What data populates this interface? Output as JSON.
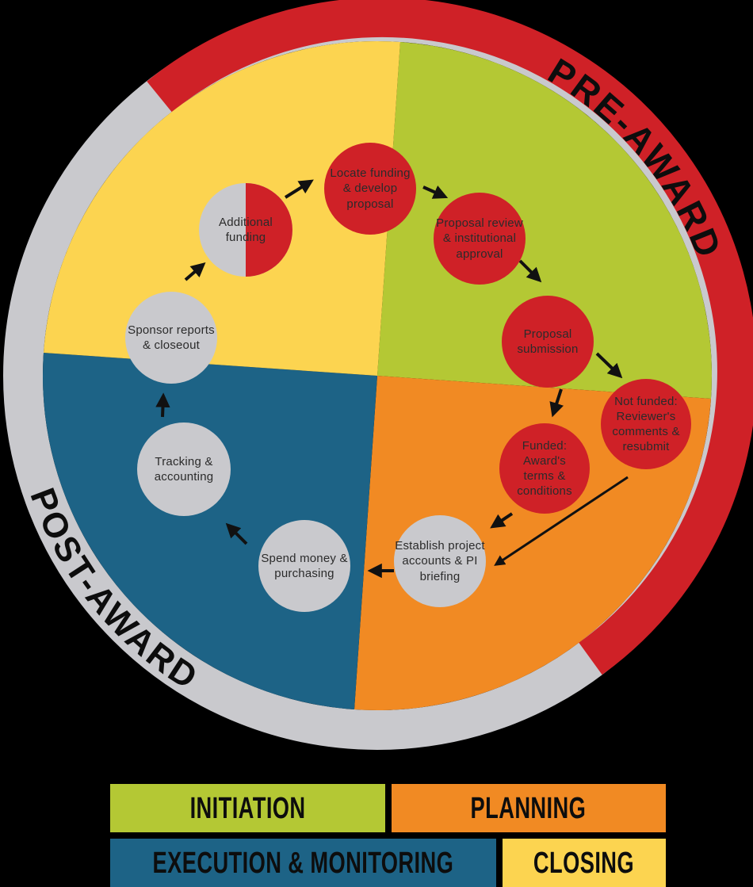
{
  "title": "Grant lifecycle wheel diagram",
  "colors": {
    "pre_award_red": "#cf2127",
    "ring_gray": "#c9c9cd",
    "initiation_green": "#b4c834",
    "planning_orange": "#f18a23",
    "execution_blue": "#1d6386",
    "closing_yellow": "#fcd450",
    "node_gray": "#c9c9cd",
    "node_red": "#cf2127",
    "arrow_black": "#111111"
  },
  "ring": {
    "pre_award_label": "PRE-AWARD",
    "post_award_label": "POST-AWARD"
  },
  "wheel": {
    "quadrants": [
      {
        "id": "initiation",
        "position": "top-right",
        "color": "#b4c834"
      },
      {
        "id": "planning",
        "position": "bottom-right",
        "color": "#f18a23"
      },
      {
        "id": "execution-monitoring",
        "position": "bottom-left",
        "color": "#1d6386"
      },
      {
        "id": "closing",
        "position": "top-left",
        "color": "#fcd450"
      }
    ],
    "nodes": [
      {
        "label": "Locate funding & develop proposal",
        "fill": "red"
      },
      {
        "label": "Proposal review & institutional approval",
        "fill": "red"
      },
      {
        "label": "Proposal submission",
        "fill": "red"
      },
      {
        "label": "Not funded: Reviewer's comments & resubmit",
        "fill": "red"
      },
      {
        "label": "Funded: Award's terms & conditions",
        "fill": "red"
      },
      {
        "label": "Establish project accounts & PI briefing",
        "fill": "gray"
      },
      {
        "label": "Spend money & purchasing",
        "fill": "gray"
      },
      {
        "label": "Tracking & accounting",
        "fill": "gray"
      },
      {
        "label": "Sponsor reports & closeout",
        "fill": "gray"
      },
      {
        "label": "Additional funding",
        "fill": "half-gray-half-red"
      }
    ]
  },
  "legend": {
    "items": [
      {
        "label": "INITIATION",
        "color": "#b4c834"
      },
      {
        "label": "PLANNING",
        "color": "#f18a23"
      },
      {
        "label": "EXECUTION & MONITORING",
        "color": "#1d6386"
      },
      {
        "label": "CLOSING",
        "color": "#fcd450"
      }
    ]
  }
}
